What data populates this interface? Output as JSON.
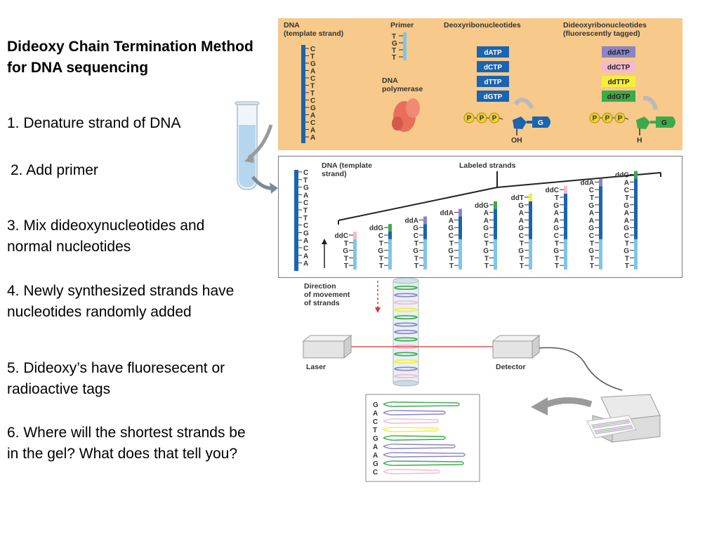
{
  "left": {
    "title": "Dideoxy Chain Termination Method for DNA sequencing",
    "steps": [
      "1. Denature strand of DNA",
      "2. Add primer",
      "3. Mix dideoxynucleotides and normal nucleotides",
      "4. Newly synthesized strands have nucleotides randomly added",
      "5. Dideoxy’s have fluoresecent or radioactive tags",
      "6. Where will the shortest strands be in the gel? What does that tell you?"
    ]
  },
  "top_panel": {
    "dna_label": "DNA",
    "template_label": "(template strand)",
    "template_seq": [
      "C",
      "T",
      "G",
      "A",
      "C",
      "T",
      "T",
      "C",
      "G",
      "A",
      "C",
      "A",
      "A"
    ],
    "primer_label": "Primer",
    "primer_seq": [
      "T",
      "G",
      "T",
      "T"
    ],
    "deoxy_label": "Deoxyribonucleotides",
    "deoxy": [
      "dATP",
      "dCTP",
      "dTTP",
      "dGTP"
    ],
    "dideoxy_label1": "Dideoxyribonucleotides",
    "dideoxy_label2": "(fluorescently tagged)",
    "dideoxy": [
      "ddATP",
      "ddCTP",
      "ddTTP",
      "ddGTP"
    ],
    "polymerase_label1": "DNA",
    "polymerase_label2": "polymerase",
    "phosphate": "P",
    "base_g": "G",
    "oh_label": "OH",
    "h_label": "H",
    "colors": {
      "dATP": "#1a64b0",
      "ddATP": "#8a84c9",
      "ddCTP": "#f5b8d0",
      "ddTTP": "#f6ee3a",
      "ddGTP": "#3daa4a",
      "ddATP_text": "#1a3a8a",
      "panel": "#f7c98a"
    }
  },
  "mid_panel": {
    "template_label1": "DNA (template",
    "template_label2": "strand)",
    "labeled_label": "Labeled strands",
    "template_seq": [
      "C",
      "T",
      "G",
      "A",
      "C",
      "T",
      "T",
      "C",
      "G",
      "A",
      "C",
      "A",
      "A"
    ],
    "strand_tops": [
      "ddC",
      "ddG",
      "ddA",
      "ddA",
      "ddG",
      "ddT",
      "ddC",
      "ddA",
      "ddG"
    ],
    "strand_seqs": [
      [
        "T",
        "G",
        "T",
        "T"
      ],
      [
        "C",
        "T",
        "G",
        "T",
        "T"
      ],
      [
        "G",
        "C",
        "T",
        "G",
        "T",
        "T"
      ],
      [
        "A",
        "G",
        "C",
        "T",
        "G",
        "T",
        "T"
      ],
      [
        "A",
        "A",
        "G",
        "C",
        "T",
        "G",
        "T",
        "T"
      ],
      [
        "G",
        "A",
        "A",
        "G",
        "C",
        "T",
        "G",
        "T",
        "T"
      ],
      [
        "T",
        "G",
        "A",
        "A",
        "G",
        "C",
        "T",
        "G",
        "T",
        "T"
      ],
      [
        "C",
        "T",
        "G",
        "A",
        "A",
        "G",
        "C",
        "T",
        "G",
        "T",
        "T"
      ],
      [
        "A",
        "C",
        "T",
        "G",
        "A",
        "A",
        "G",
        "C",
        "T",
        "G",
        "T",
        "T"
      ]
    ]
  },
  "lower": {
    "direction_label1": "Direction",
    "direction_label2": "of movement",
    "direction_label3": "of strands",
    "laser_label": "Laser",
    "detector_label": "Detector",
    "readout_seq": [
      "G",
      "A",
      "C",
      "T",
      "G",
      "A",
      "A",
      "G",
      "C"
    ]
  }
}
